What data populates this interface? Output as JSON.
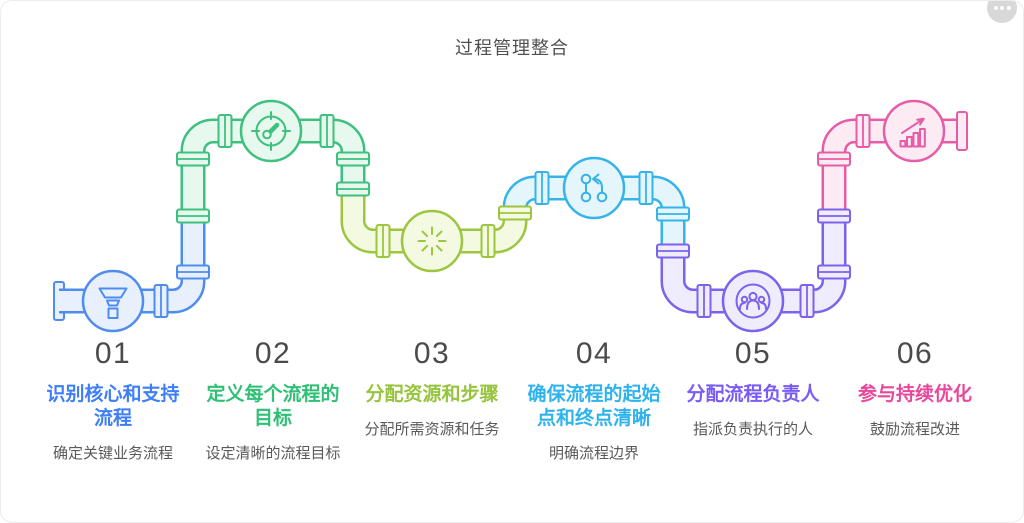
{
  "page": {
    "title": "过程管理整合"
  },
  "more_menu": {
    "icon": "ellipsis-icon"
  },
  "steps": [
    {
      "number": "01",
      "title": "识别核心和支持流程",
      "subtitle": "确定关键业务流程",
      "color": "#3E7EF7",
      "icon": "funnel-icon"
    },
    {
      "number": "02",
      "title": "定义每个流程的目标",
      "subtitle": "设定清晰的流程目标",
      "color": "#2FBF75",
      "icon": "gauge-icon"
    },
    {
      "number": "03",
      "title": "分配资源和步骤",
      "subtitle": "分配所需资源和任务",
      "color": "#97C43D",
      "icon": "sunburst-icon"
    },
    {
      "number": "04",
      "title": "确保流程的起始点和终点清晰",
      "subtitle": "明确流程边界",
      "color": "#2FB3EC",
      "icon": "route-arrow-icon"
    },
    {
      "number": "05",
      "title": "分配流程负责人",
      "subtitle": "指派负责执行的人",
      "color": "#7A5BF5",
      "icon": "team-icon"
    },
    {
      "number": "06",
      "title": "参与持续优化",
      "subtitle": "鼓励流程改进",
      "color": "#E8489B",
      "icon": "chart-up-icon"
    }
  ],
  "pipeline": {
    "sections": [
      {
        "name": "blue",
        "stroke": "#4E8CF0",
        "fill": "#E8F0FD"
      },
      {
        "name": "green",
        "stroke": "#3EC07E",
        "fill": "#E7F9EF"
      },
      {
        "name": "lime",
        "stroke": "#9DC53E",
        "fill": "#F4F9E2"
      },
      {
        "name": "cyan",
        "stroke": "#36B3E9",
        "fill": "#E4F5FC"
      },
      {
        "name": "purple",
        "stroke": "#7C62EC",
        "fill": "#EFECFD"
      },
      {
        "name": "pink",
        "stroke": "#E75CA6",
        "fill": "#FDEBF4"
      }
    ]
  }
}
